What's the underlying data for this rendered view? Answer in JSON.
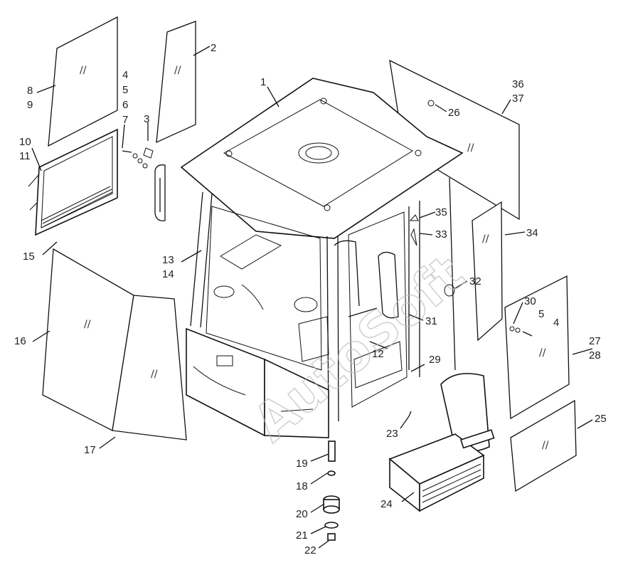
{
  "labels": {
    "p1": "1",
    "p2": "2",
    "p3": "3",
    "p4a": "4",
    "p5a": "5",
    "p6": "6",
    "p7": "7",
    "p8": "8",
    "p9": "9",
    "p10": "10",
    "p11": "11",
    "p12": "12",
    "p13": "13",
    "p14": "14",
    "p15": "15",
    "p16": "16",
    "p17": "17",
    "p18": "18",
    "p19": "19",
    "p20": "20",
    "p21": "21",
    "p22": "22",
    "p23": "23",
    "p24": "24",
    "p25": "25",
    "p26": "26",
    "p27": "27",
    "p28": "28",
    "p29": "29",
    "p30": "30",
    "p31": "31",
    "p32": "32",
    "p33": "33",
    "p34": "34",
    "p35": "35",
    "p36": "36",
    "p37": "37",
    "p4b": "4",
    "p5b": "5"
  },
  "glass_mark": "//",
  "watermark": "AutoSoft"
}
